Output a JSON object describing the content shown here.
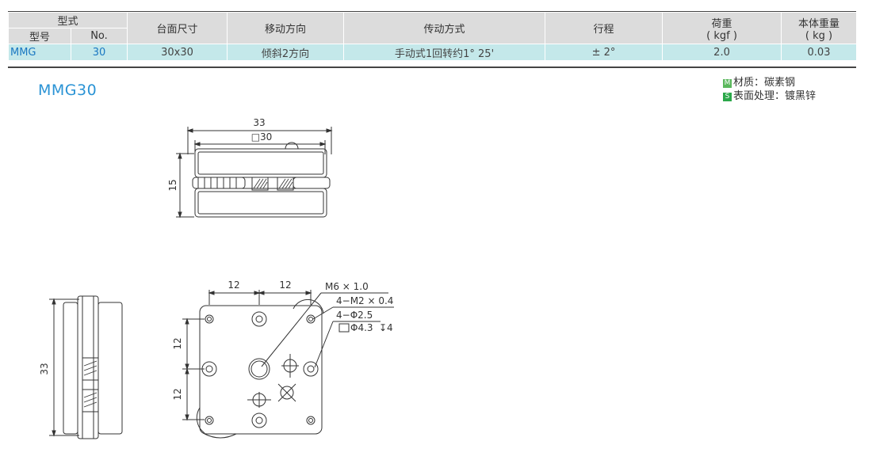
{
  "table": {
    "header": {
      "type_group": "型式",
      "model": "型号",
      "no": "No.",
      "table_size": "台面尺寸",
      "direction": "移动方向",
      "drive": "传动方式",
      "stroke": "行程",
      "load_line1": "荷重",
      "load_line2": "( kgf )",
      "weight_line1": "本体重量",
      "weight_line2": "( kg )"
    },
    "row": {
      "model": "MMG",
      "no": "30",
      "table_size": "30x30",
      "direction": "倾斜2方向",
      "drive": "手动式1回转约1° 25'",
      "stroke": "± 2°",
      "load": "2.0",
      "weight": "0.03"
    }
  },
  "model_title": "MMG30",
  "notes": {
    "material_badge": "M",
    "material": "材质：碳素钢",
    "surface_badge": "S",
    "surface": "表面处理：镀黑锌"
  },
  "dimensions": {
    "top_width": "33",
    "top_square": "□30",
    "top_height": "15",
    "front_h1": "12",
    "front_h2": "12",
    "front_v1": "12",
    "front_v2": "12",
    "side_height": "33",
    "callout_m6": "M6 × 1.0",
    "callout_m2": "4−M2 × 0.4",
    "callout_phi": "4−Φ2.5",
    "callout_cbore": "Φ4.3",
    "callout_depth": "4"
  },
  "colors": {
    "header_bg": "#dcdcdc",
    "row_bg": "#c4e8ea",
    "accent_blue": "#2a93d5",
    "badge_green": "#5bb85d"
  }
}
